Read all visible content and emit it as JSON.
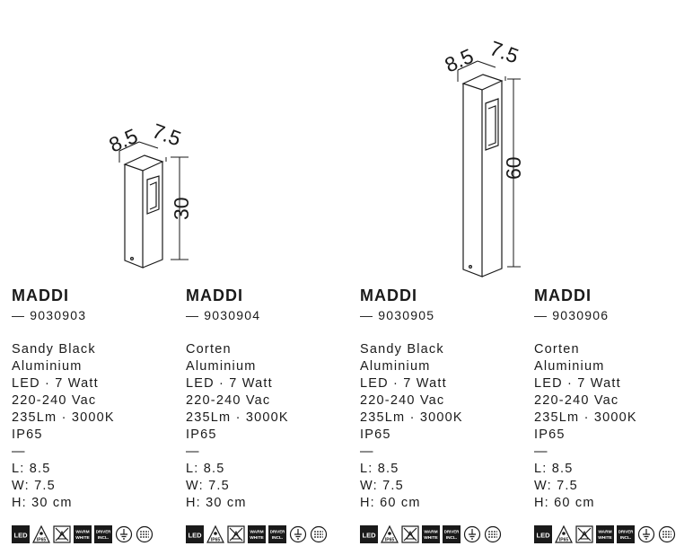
{
  "drawings": {
    "short": {
      "width_dim": "8.5",
      "depth_dim": "7.5",
      "height_dim": "30"
    },
    "tall": {
      "width_dim": "8.5",
      "depth_dim": "7.5",
      "height_dim": "60"
    }
  },
  "products": [
    {
      "title": "MADDI",
      "code": "— 9030903",
      "finish": "Sandy Black",
      "material": "Aluminium",
      "power": "LED · 7 Watt",
      "voltage": "220-240 Vac",
      "lumen": "235Lm · 3000K",
      "ip": "IP65",
      "separator": "—",
      "length": "L: 8.5",
      "width": "W: 7.5",
      "height": "H: 30 cm"
    },
    {
      "title": "MADDI",
      "code": "— 9030904",
      "finish": "Corten",
      "material": "Aluminium",
      "power": "LED · 7 Watt",
      "voltage": "220-240 Vac",
      "lumen": "235Lm · 3000K",
      "ip": "IP65",
      "separator": "—",
      "length": "L: 8.5",
      "width": "W: 7.5",
      "height": "H: 30 cm"
    },
    {
      "title": "MADDI",
      "code": "— 9030905",
      "finish": "Sandy Black",
      "material": "Aluminium",
      "power": "LED · 7 Watt",
      "voltage": "220-240 Vac",
      "lumen": "235Lm · 3000K",
      "ip": "IP65",
      "separator": "—",
      "length": "L: 8.5",
      "width": "W: 7.5",
      "height": "H: 60 cm"
    },
    {
      "title": "MADDI",
      "code": "— 9030906",
      "finish": "Corten",
      "material": "Aluminium",
      "power": "LED · 7 Watt",
      "voltage": "220-240 Vac",
      "lumen": "235Lm · 3000K",
      "ip": "IP65",
      "separator": "—",
      "length": "L: 8.5",
      "width": "W: 7.5",
      "height": "H: 60 cm"
    }
  ],
  "icon_labels": {
    "led": "LED",
    "ip": "IP65",
    "warm_top": "WARM",
    "warm_bottom": "WHITE",
    "driver_top": "DRIVER",
    "driver_bottom": "INCL."
  },
  "icon_names": [
    "led-badge-icon",
    "ip65-warning-icon",
    "no-cover-icon",
    "warm-white-icon",
    "driver-included-icon",
    "earth-class-icon",
    "light-symbol-icon"
  ],
  "colors": {
    "ink": "#1a1a1a"
  }
}
